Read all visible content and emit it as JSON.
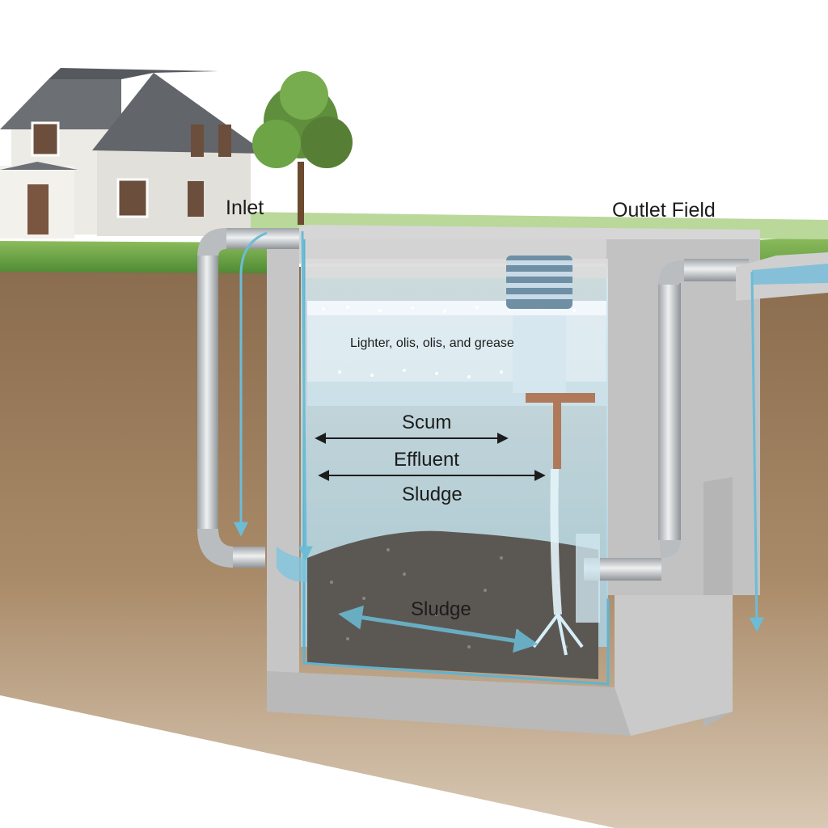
{
  "labels": {
    "inlet": "Inlet",
    "outlet": "Outlet Field",
    "oils": "Lighter, olis, olis, and grease",
    "scum": "Scum",
    "effluent": "Effluent",
    "sludge_mid": "Sludge",
    "sludge_bottom": "Sludge"
  },
  "colors": {
    "sky": "#ffffff",
    "grass": "#6fa84a",
    "soil": "#a98a68",
    "concrete": "#c8c8c8",
    "water": "#bfe0ee",
    "sludge": "#5b5853",
    "pipe": "#c9cccf",
    "flow_arrow": "#6cbcd6",
    "baffle": "#b07a5a"
  },
  "icons": {
    "house": "house-icon",
    "tree": "tree-icon",
    "vent": "vent-cap-icon"
  }
}
